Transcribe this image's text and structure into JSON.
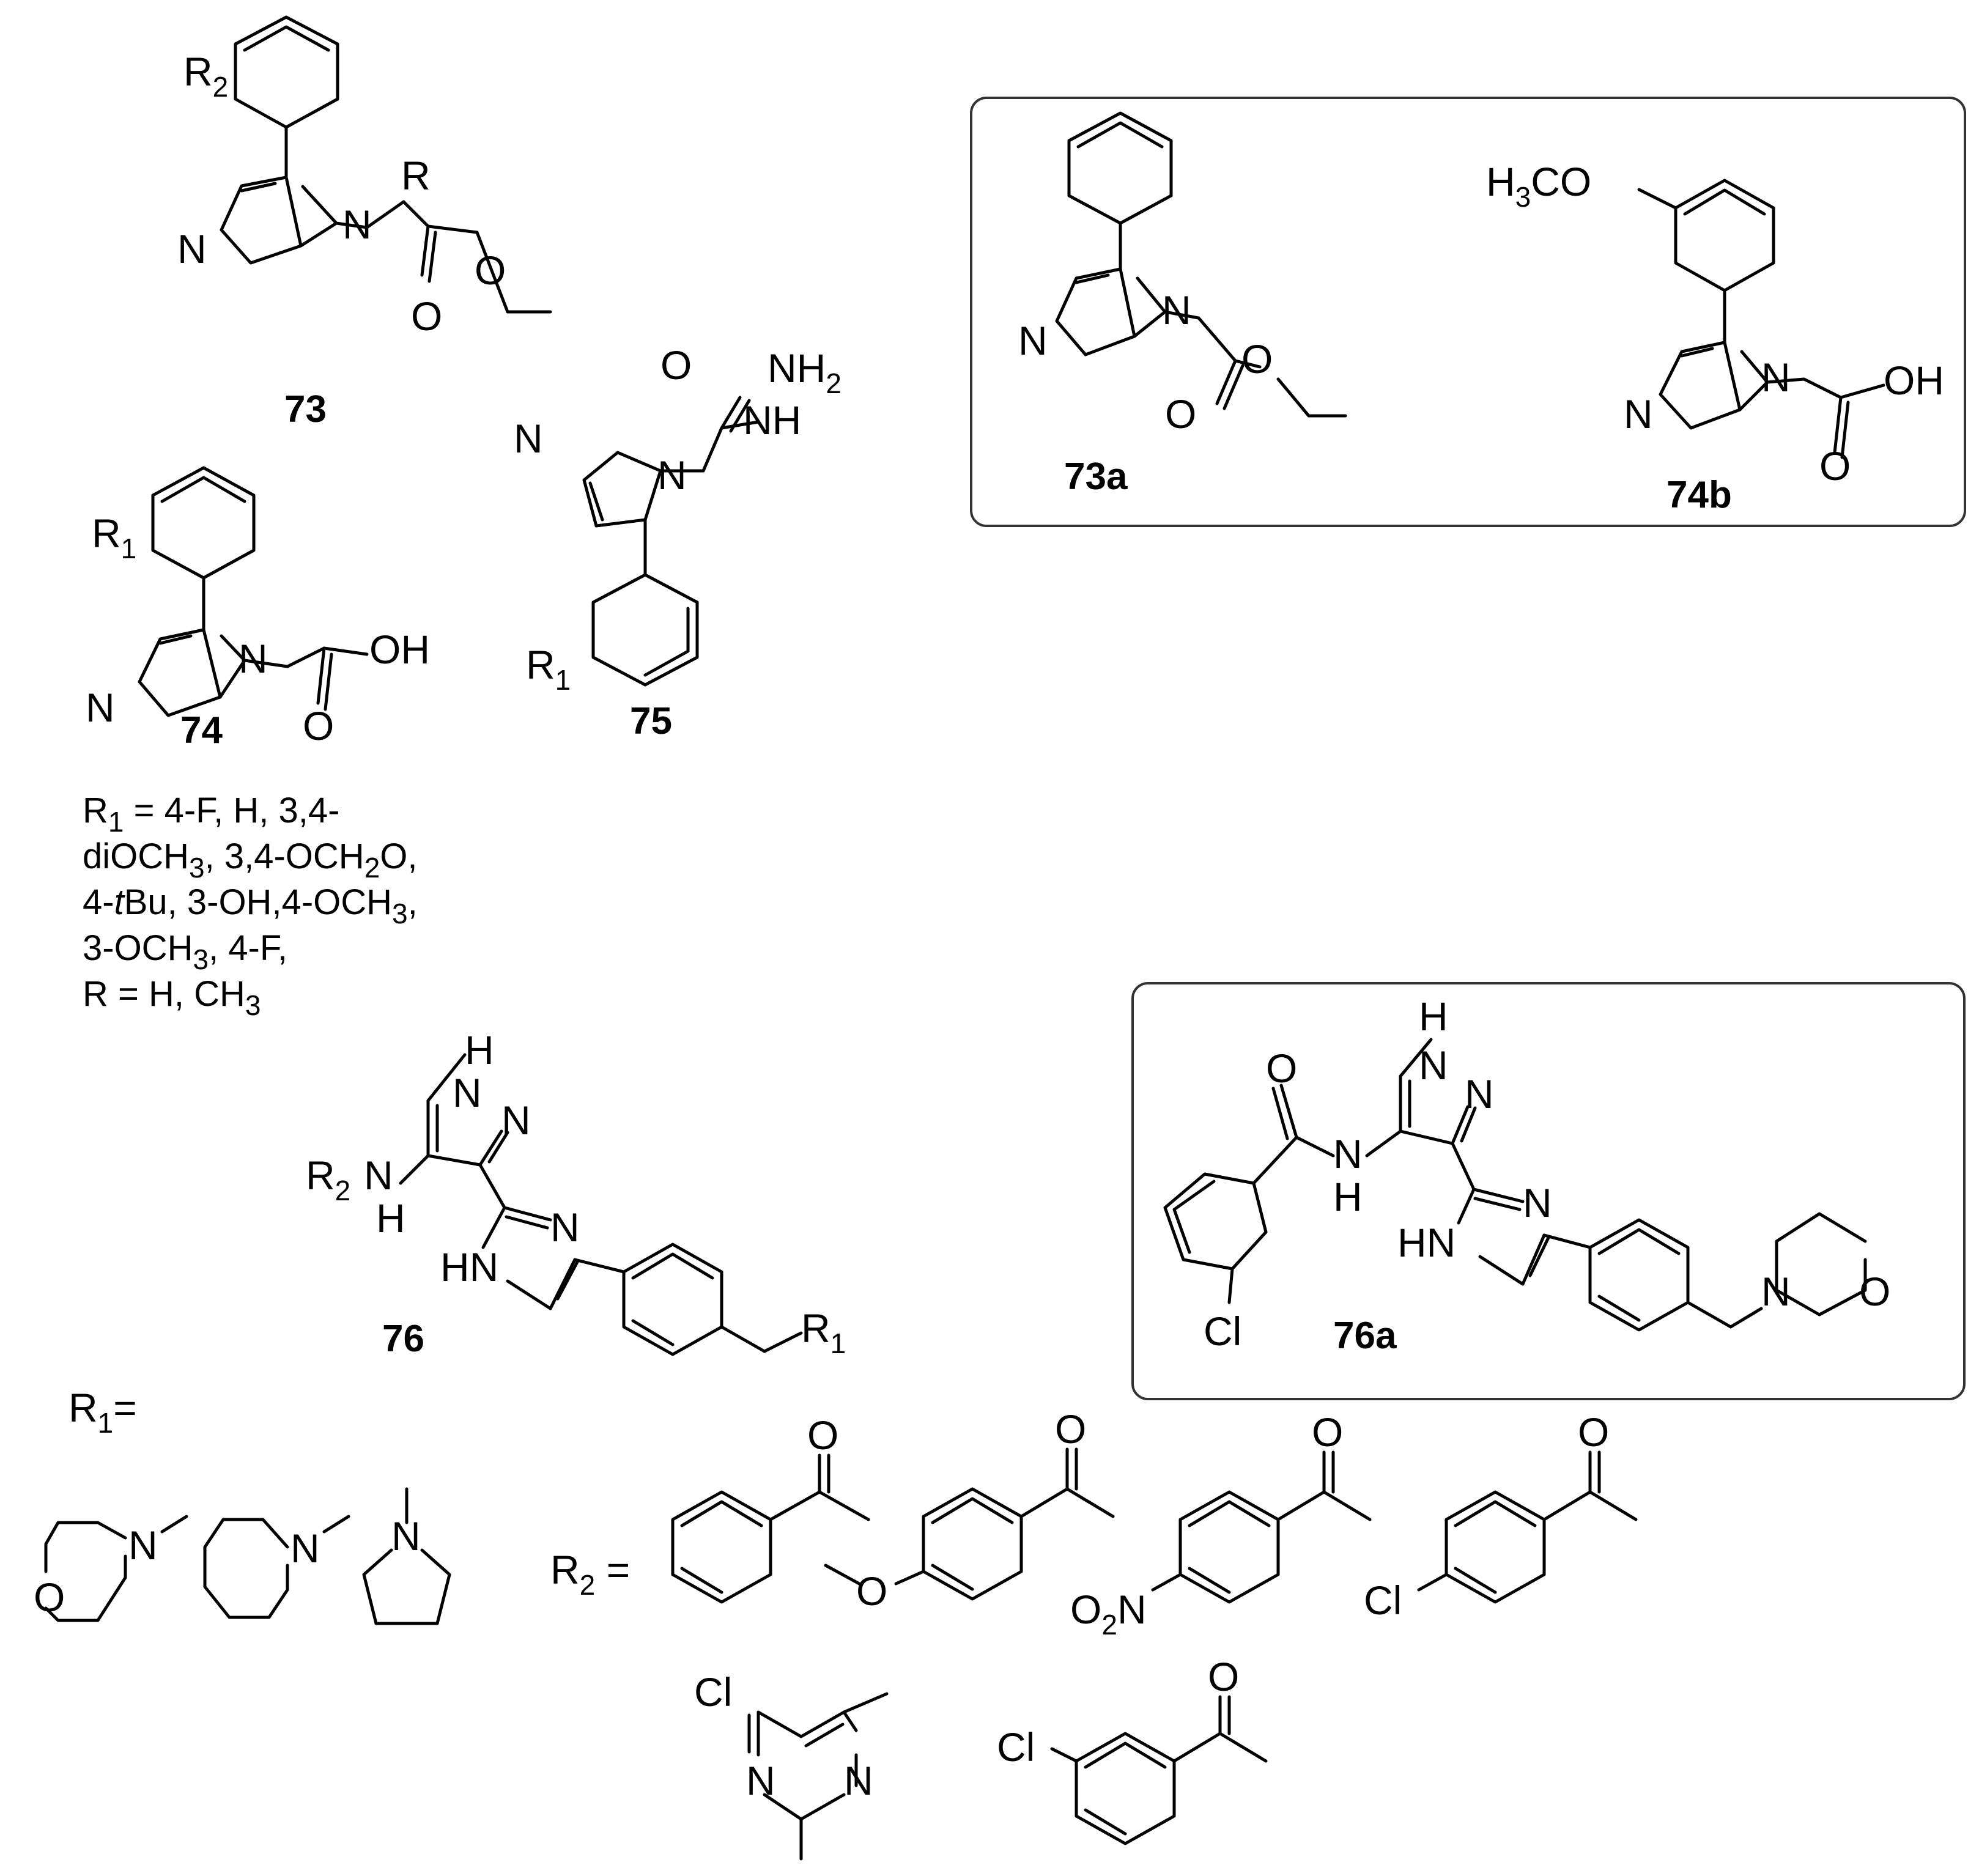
{
  "compounds": {
    "c73": "73",
    "c74": "74",
    "c75": "75",
    "c76": "76",
    "c73a": "73a",
    "c74b": "74b",
    "c76a": "76a"
  },
  "definitions": {
    "line1_pre": "R",
    "line1_sub": "1",
    "line1_post": " = 4-F, H, 3,4-",
    "line2_a": "diOCH",
    "line2_s1": "3",
    "line2_b": ", 3,4-OCH",
    "line2_s2": "2",
    "line2_c": "O,",
    "line3_a": "4-",
    "line3_i": "t",
    "line3_b": "Bu, 3-OH,4-OCH",
    "line3_s": "3",
    "line3_c": ",",
    "line4": "3-OCH",
    "line4_s": "3",
    "line4_c": ", 4-F,",
    "line5": "R = H, CH",
    "line5_s": "3"
  },
  "substituents": {
    "r1_label": "R",
    "r1_sub": "1",
    "r1_eq": "=",
    "r2_label": "R",
    "r2_sub": "2",
    "r2_eq": " =",
    "r_label": "R"
  },
  "atoms": {
    "N": "N",
    "O": "O",
    "OH": "OH",
    "NH": "NH",
    "NH2_base": "NH",
    "NH2_sub": "2",
    "H": "H",
    "HN": "HN",
    "Cl": "Cl",
    "H3CO_a": "H",
    "H3CO_s": "3",
    "H3CO_b": "CO",
    "O2N_a": "O",
    "O2N_s": "2",
    "O2N_b": "N"
  },
  "colors": {
    "ink": "#000000",
    "frame": "#333333",
    "background": "#ffffff"
  }
}
